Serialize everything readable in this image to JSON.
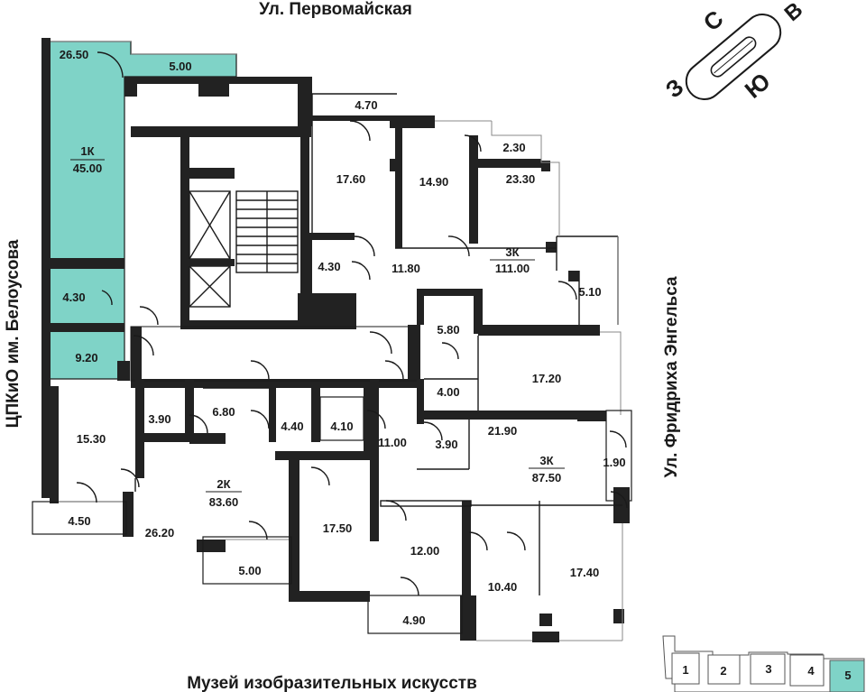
{
  "streets": {
    "north": "Ул. Первомайская",
    "east": "Ул. Фридриха Энгельса",
    "south": "Музей изобразительных искусств",
    "west": "ЦПКиО им. Белоусова"
  },
  "compass": {
    "north": "С",
    "east": "В",
    "south": "Ю",
    "west": "З"
  },
  "apartments": [
    {
      "type": "1К",
      "area": "45.00",
      "highlighted": true
    },
    {
      "type": "2К",
      "area": "83.60",
      "highlighted": false
    },
    {
      "type": "3К",
      "area": "111.00",
      "highlighted": false
    },
    {
      "type": "3К",
      "area": "87.50",
      "highlighted": false
    }
  ],
  "rooms": [
    "26.50",
    "5.00",
    "4.30",
    "9.20",
    "15.30",
    "4.50",
    "3.90",
    "6.80",
    "26.20",
    "5.00",
    "4.40",
    "4.10",
    "17.50",
    "11.00",
    "12.00",
    "4.90",
    "3.90",
    "10.40",
    "21.90",
    "17.40",
    "1.90",
    "4.00",
    "5.80",
    "17.20",
    "4.30",
    "17.60",
    "4.70",
    "11.80",
    "14.90",
    "2.30",
    "23.30",
    "5.10"
  ],
  "sections": [
    "1",
    "2",
    "3",
    "4",
    "5"
  ],
  "active_section": "5",
  "colors": {
    "highlight": "#7fd3c7",
    "wall": "#222222",
    "line": "#1a1a1a"
  }
}
